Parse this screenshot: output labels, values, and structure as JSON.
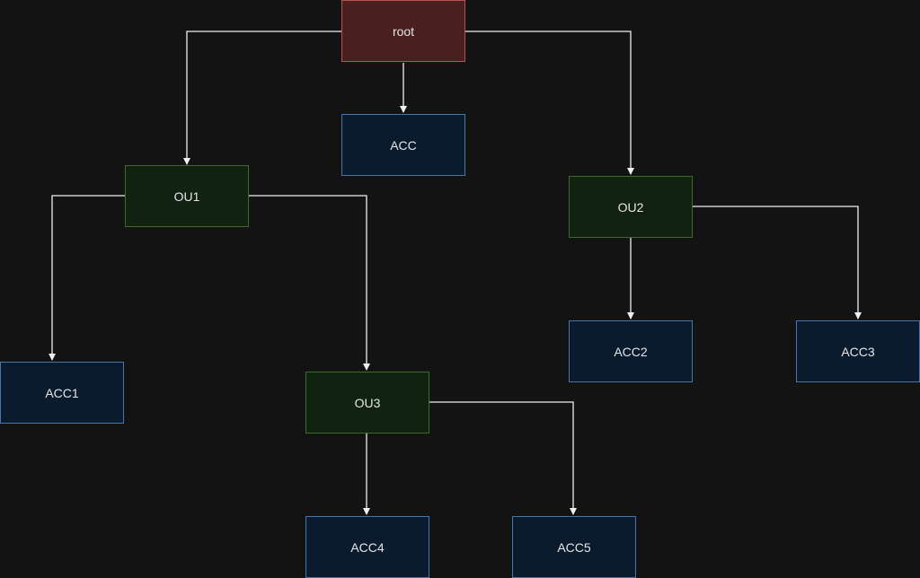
{
  "diagram": {
    "nodes": [
      {
        "id": "root",
        "label": "root",
        "kind": "root"
      },
      {
        "id": "acc",
        "label": "ACC",
        "kind": "account"
      },
      {
        "id": "ou1",
        "label": "OU1",
        "kind": "ou"
      },
      {
        "id": "ou2",
        "label": "OU2",
        "kind": "ou"
      },
      {
        "id": "ou3",
        "label": "OU3",
        "kind": "ou"
      },
      {
        "id": "acc1",
        "label": "ACC1",
        "kind": "account"
      },
      {
        "id": "acc2",
        "label": "ACC2",
        "kind": "account"
      },
      {
        "id": "acc3",
        "label": "ACC3",
        "kind": "account"
      },
      {
        "id": "acc4",
        "label": "ACC4",
        "kind": "account"
      },
      {
        "id": "acc5",
        "label": "ACC5",
        "kind": "account"
      }
    ],
    "edges": [
      {
        "from": "root",
        "to": "ou1"
      },
      {
        "from": "root",
        "to": "acc"
      },
      {
        "from": "root",
        "to": "ou2"
      },
      {
        "from": "ou1",
        "to": "acc1"
      },
      {
        "from": "ou1",
        "to": "ou3"
      },
      {
        "from": "ou2",
        "to": "acc2"
      },
      {
        "from": "ou2",
        "to": "acc3"
      },
      {
        "from": "ou3",
        "to": "acc4"
      },
      {
        "from": "ou3",
        "to": "acc5"
      }
    ],
    "colors": {
      "background": "#131313",
      "edge": "#f0f0f0",
      "root_fill": "#4a1f1f",
      "root_stroke": "#b85450",
      "ou_fill": "#112211",
      "ou_stroke": "#3a6d28",
      "account_fill": "#0b1b2e",
      "account_stroke": "#4a75a8",
      "label": "#e6e6e6"
    }
  }
}
